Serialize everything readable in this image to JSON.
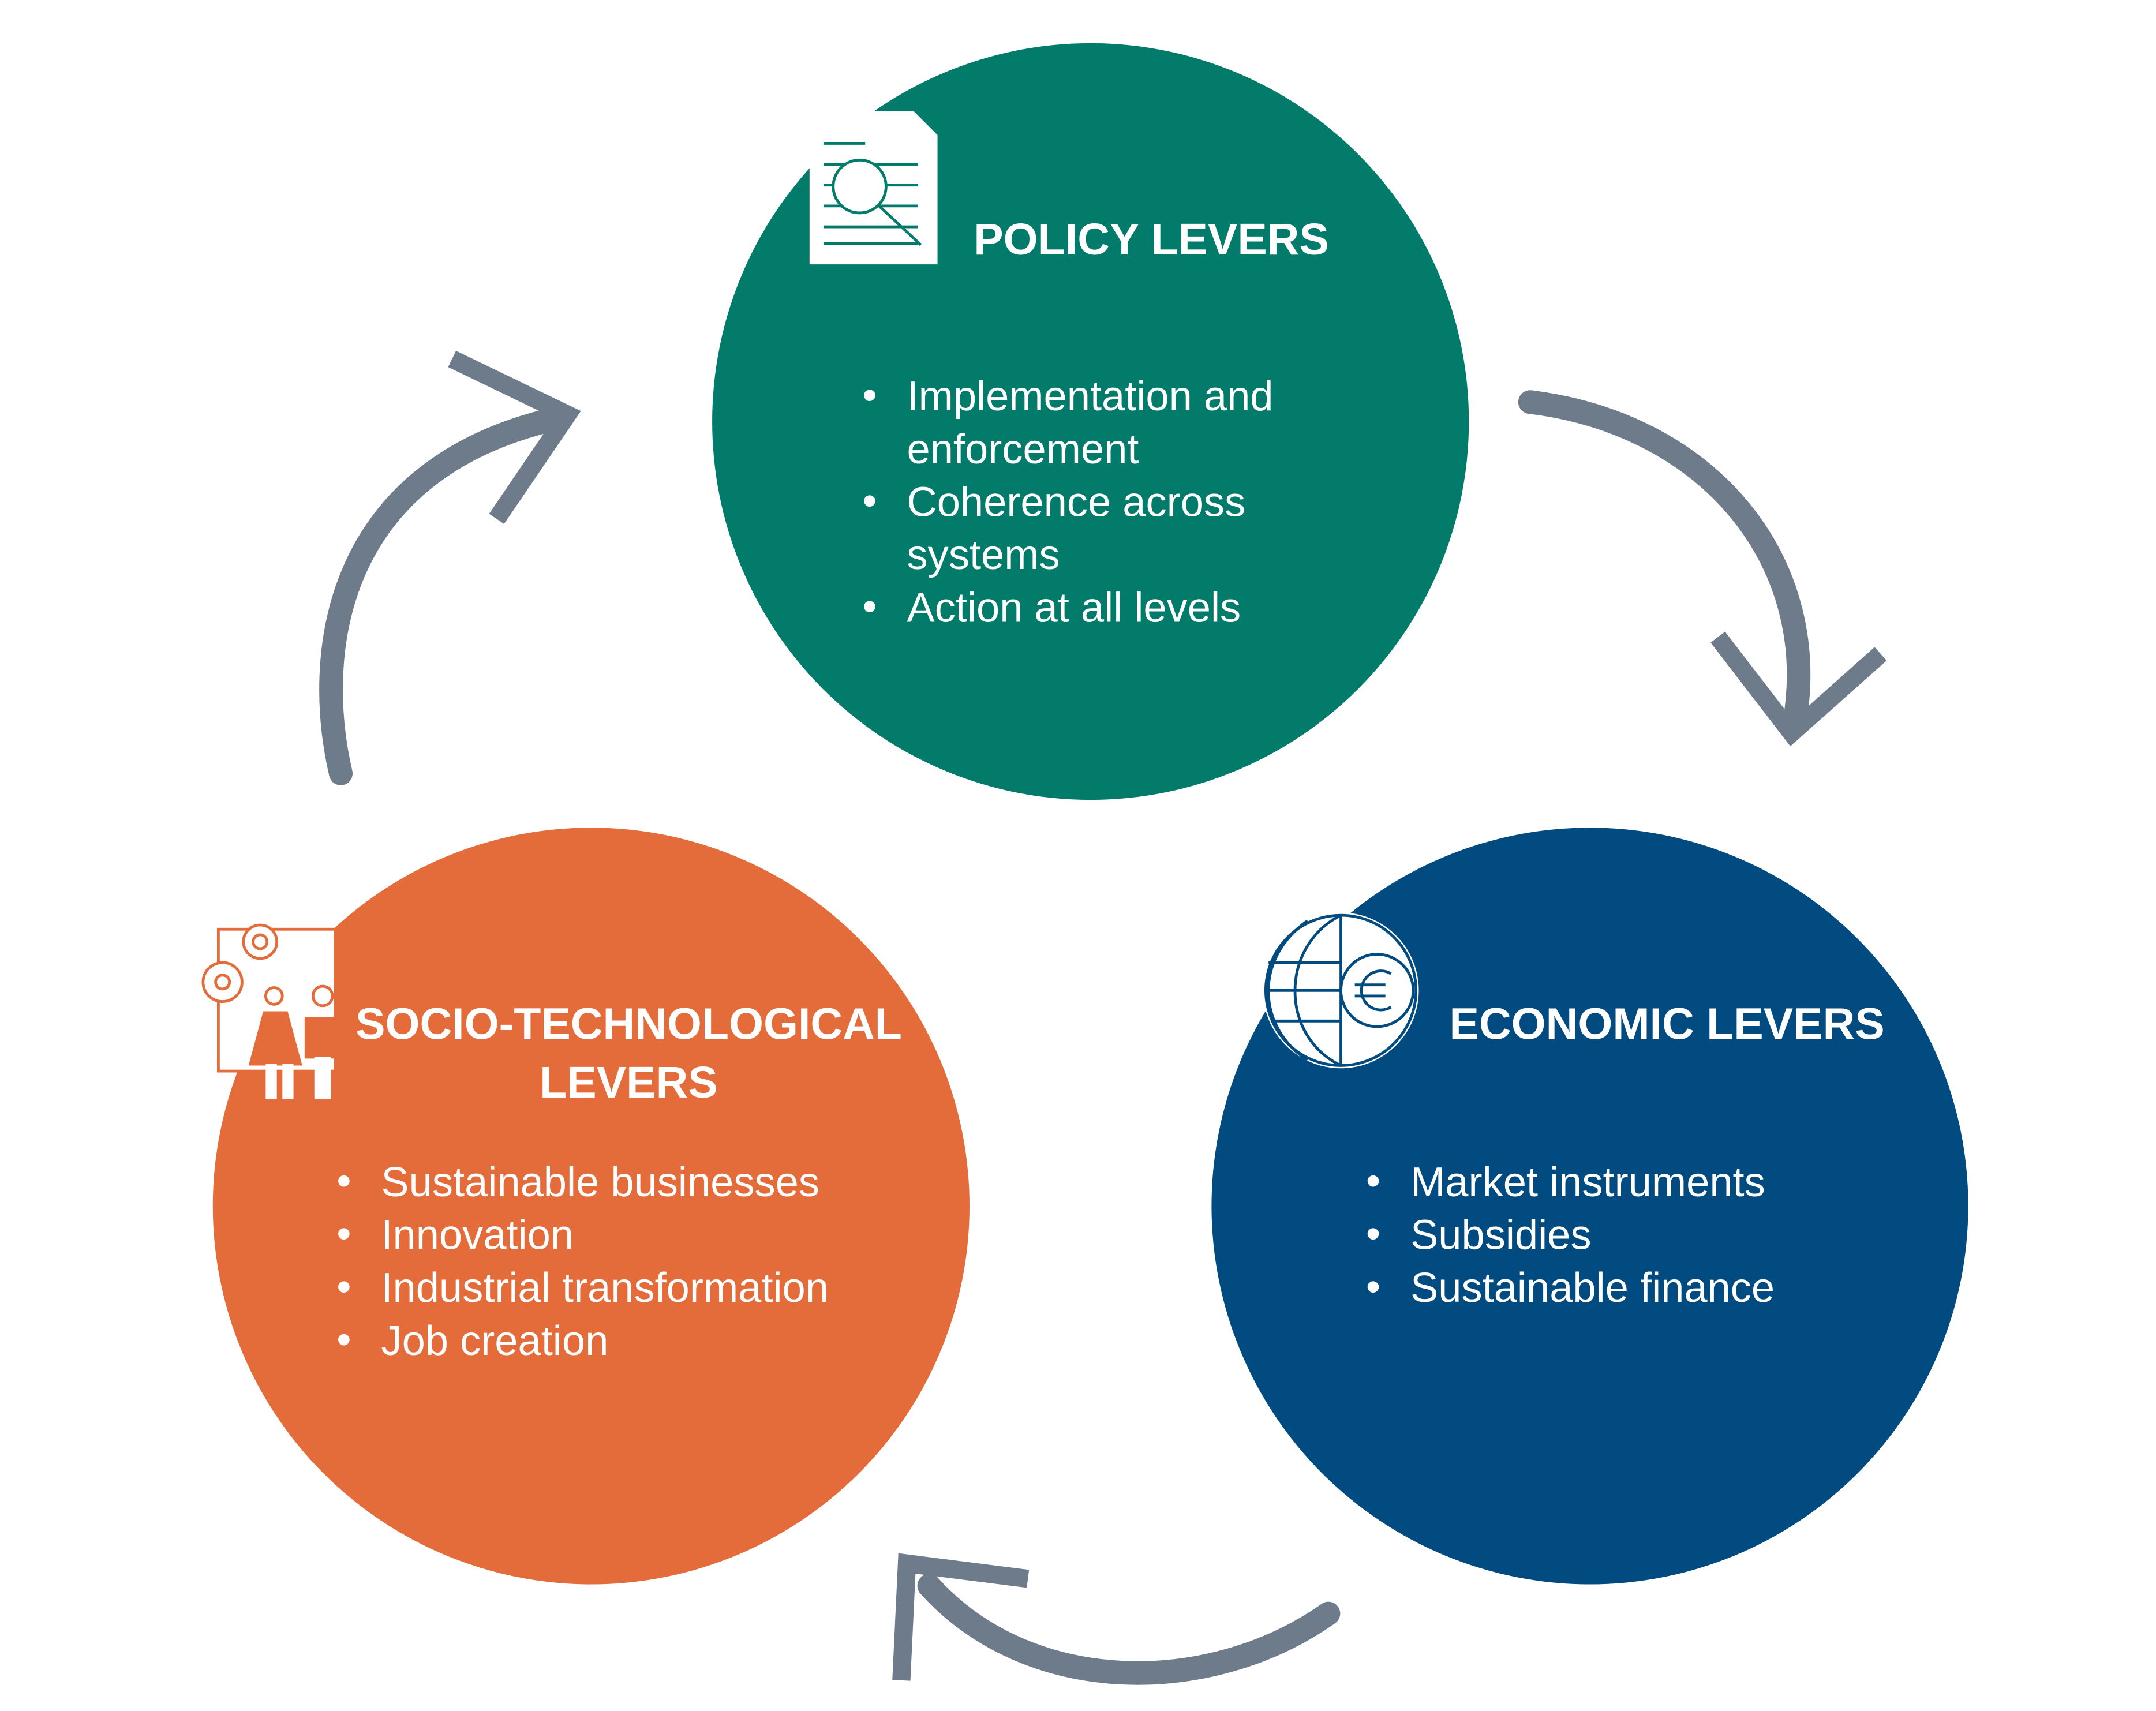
{
  "colors": {
    "policy": "#037b6b",
    "economic": "#024b80",
    "socio": "#e46b3a",
    "arrow": "#6e7b8b"
  },
  "policy": {
    "title": "POLICY LEVERS",
    "icon": "document-search-icon",
    "items": [
      "Implementation and",
      "enforcement",
      "Coherence across",
      "systems",
      "Action at all levels"
    ]
  },
  "economic": {
    "title": "ECONOMIC LEVERS",
    "icon": "globe-euro-icon",
    "items": [
      "Market instruments",
      "Subsidies",
      "Sustainable finance"
    ]
  },
  "socio": {
    "title_line1": "SOCIO-TECHNOLOGICAL",
    "title_line2": "LEVERS",
    "icon": "people-gears-icon",
    "items": [
      "Sustainable businesses",
      "Innovation",
      "Industrial transformation",
      "Job creation"
    ]
  }
}
